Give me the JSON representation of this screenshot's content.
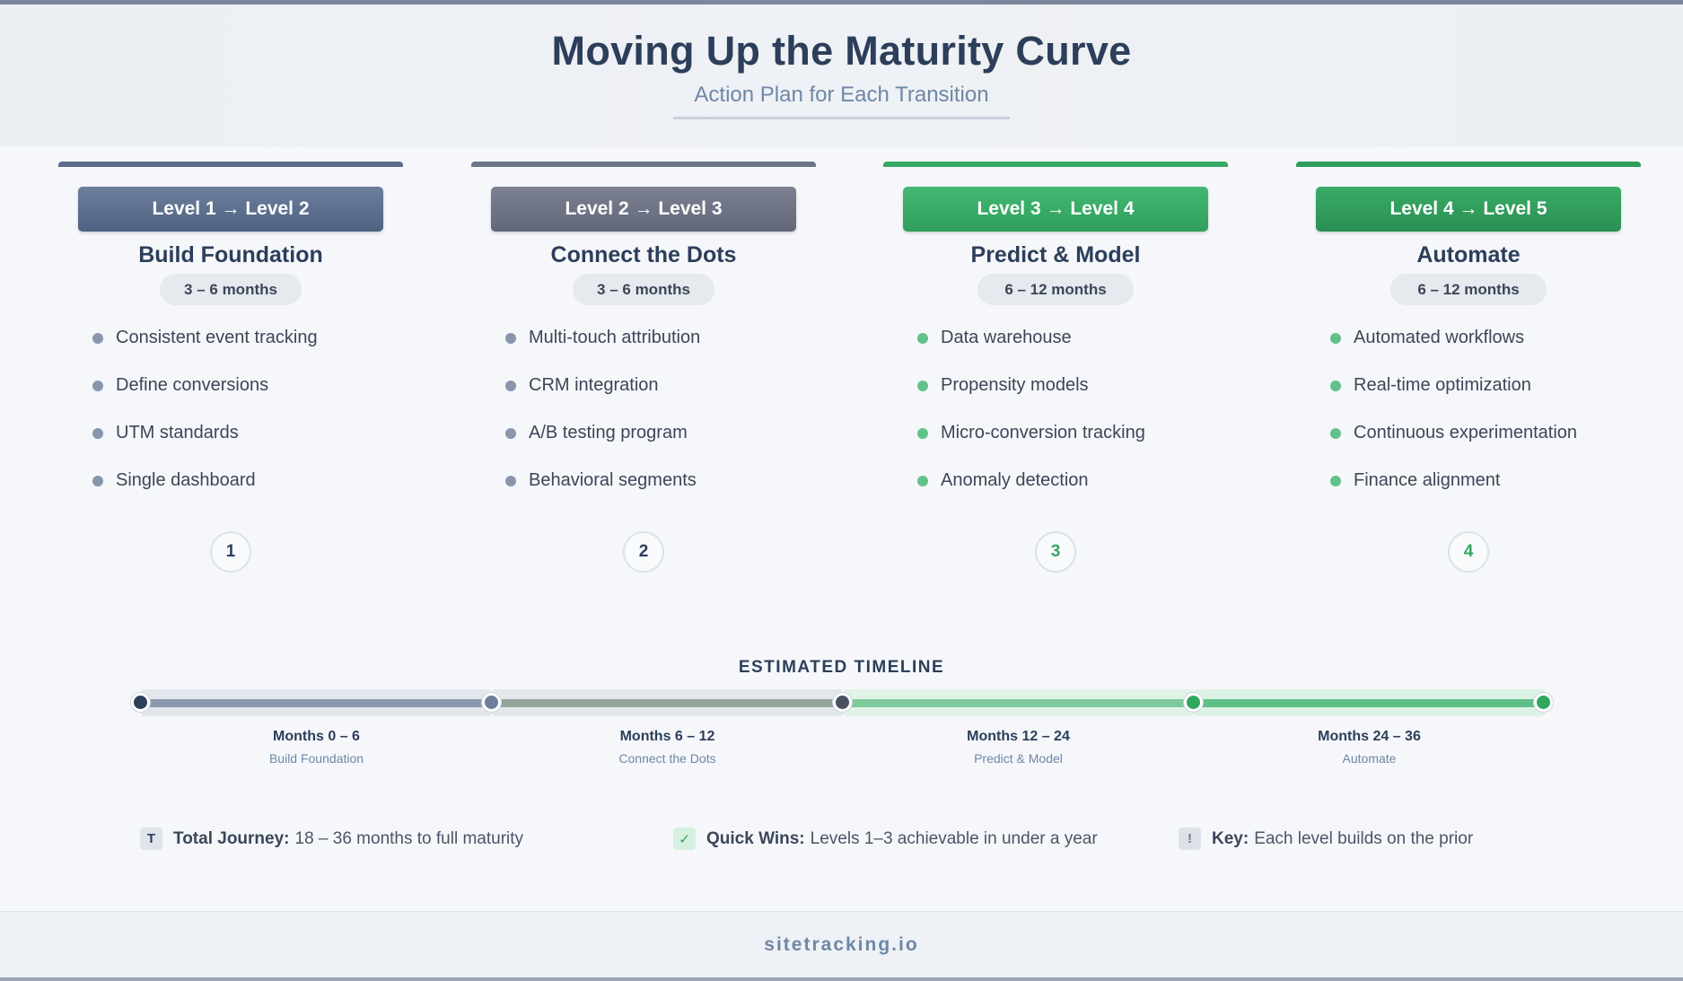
{
  "header": {
    "title": "Moving Up the Maturity Curve",
    "subtitle": "Action Plan for Each Transition"
  },
  "colors": {
    "slate": "#5c6d8c",
    "steel": "#6f7687",
    "green": "#34a865",
    "green_dark": "#2e9d5c",
    "bullet_gray": "#8896ab",
    "bullet_green": "#62c189"
  },
  "stages": [
    {
      "level": "Level 1 → Level 2",
      "title": "Build Foundation",
      "duration": "3 – 6 months",
      "items": [
        "Consistent event tracking",
        "Define conversions",
        "UTM standards",
        "Single dashboard"
      ],
      "step": "1"
    },
    {
      "level": "Level 2 → Level 3",
      "title": "Connect the Dots",
      "duration": "3 – 6 months",
      "items": [
        "Multi-touch attribution",
        "CRM integration",
        "A/B testing program",
        "Behavioral segments"
      ],
      "step": "2"
    },
    {
      "level": "Level 3 → Level 4",
      "title": "Predict & Model",
      "duration": "6 – 12 months",
      "items": [
        "Data warehouse",
        "Propensity models",
        "Micro-conversion tracking",
        "Anomaly detection"
      ],
      "step": "3"
    },
    {
      "level": "Level 4 → Level 5",
      "title": "Automate",
      "duration": "6 – 12 months",
      "items": [
        "Automated workflows",
        "Real-time optimization",
        "Continuous experimentation",
        "Finance alignment"
      ],
      "step": "4"
    }
  ],
  "timeline": {
    "title": "ESTIMATED TIMELINE",
    "segments": [
      {
        "months": "Months 0 – 6",
        "stage": "Build Foundation"
      },
      {
        "months": "Months 6 – 12",
        "stage": "Connect the Dots"
      },
      {
        "months": "Months 12 – 24",
        "stage": "Predict & Model"
      },
      {
        "months": "Months 24 – 36",
        "stage": "Automate"
      }
    ]
  },
  "notes": [
    {
      "icon": "T",
      "icon_name": "total-journey-icon",
      "label": "Total Journey:",
      "text": "18 – 36 months to full maturity"
    },
    {
      "icon": "✓",
      "icon_name": "check-icon",
      "label": "Quick Wins:",
      "text": "Levels 1–3 achievable in under a year"
    },
    {
      "icon": "!",
      "icon_name": "alert-icon",
      "label": "Key:",
      "text": "Each level builds on the prior"
    }
  ],
  "footer": {
    "brand": "sitetracking.io"
  }
}
